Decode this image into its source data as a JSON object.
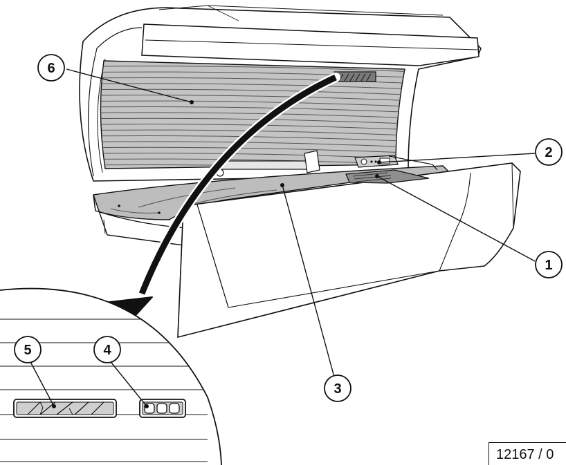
{
  "callouts": [
    {
      "id": "1",
      "label": "1"
    },
    {
      "id": "2",
      "label": "2"
    },
    {
      "id": "3",
      "label": "3"
    },
    {
      "id": "4",
      "label": "4"
    },
    {
      "id": "5",
      "label": "5"
    },
    {
      "id": "6",
      "label": "6"
    }
  ],
  "reference_code": "12167 / 0",
  "colors": {
    "line": "#111111",
    "surface": "#bdbdbd",
    "surface_light": "#d4d4d4",
    "surface_dark": "#9e9e9e",
    "background": "#ffffff"
  }
}
